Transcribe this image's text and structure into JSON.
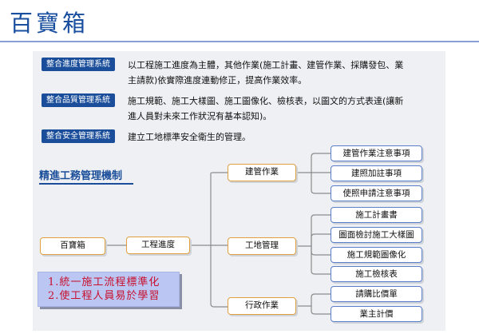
{
  "title": "百寶箱",
  "systems": [
    {
      "name": "整合進度管理系統",
      "lines": [
        "以工程施工進度為主體，其他作業(施工計畫、建管作業、採購發包、業",
        "主請款)依實際進度連動修正，提高作業效率。"
      ]
    },
    {
      "name": "整合品質管理系統",
      "lines": [
        "施工規範、施工大樣圖、施工圖像化、檢核表，以圖文的方式表達(讓新",
        "進人員對未來工作狀況有基本認知)。"
      ]
    },
    {
      "name": "整合安全管理系統",
      "lines": [
        "建立工地標準安全衛生的管理。"
      ]
    }
  ],
  "section_title": "精進工務管理機制",
  "tree": {
    "root": "百寶箱",
    "level1": "工程進度",
    "branches": [
      {
        "label": "建管作業",
        "children": [
          "建管作業注意事項",
          "建照加註事項",
          "使照申請注意事項"
        ]
      },
      {
        "label": "工地管理",
        "children": [
          "施工計畫書",
          "圖面檢討施工大樣圖",
          "施工規範圖像化",
          "施工檢核表"
        ]
      },
      {
        "label": "行政作業",
        "children": [
          "請購比價單",
          "業主計價"
        ]
      }
    ]
  },
  "goals": [
    "1.統一施工流程標準化",
    "2.使工程人員易於學習"
  ],
  "colors": {
    "accent": "#1a4e9a",
    "title": "#1a4fa0",
    "goal_text": "#c8102e",
    "node_orange": "#e0a040",
    "node_blue": "#5b7ec9"
  }
}
